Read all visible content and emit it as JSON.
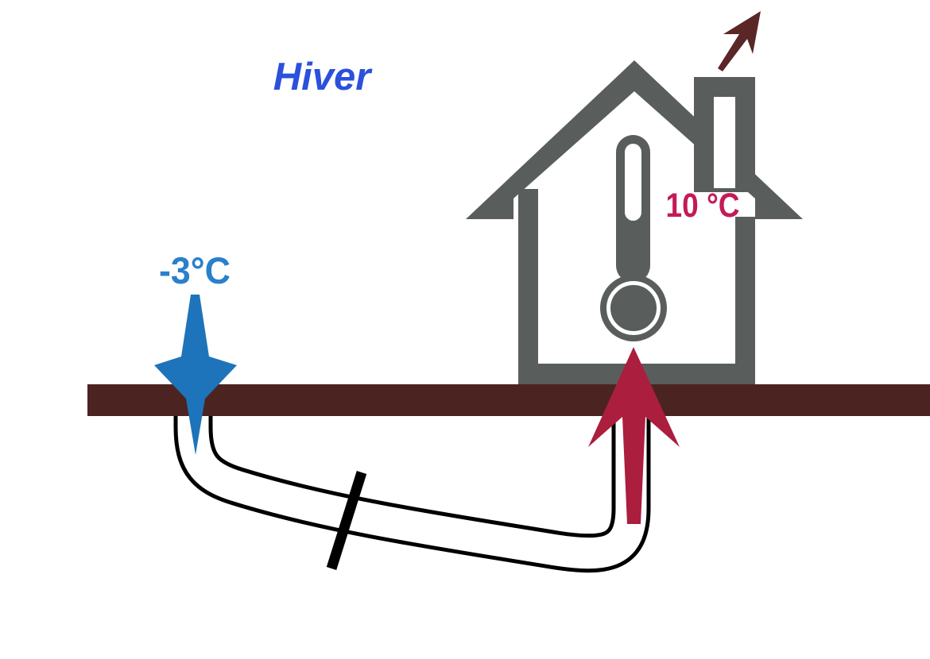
{
  "diagram": {
    "season_label": "Hiver",
    "outdoor_temperature": "-3°C",
    "indoor_temperature": "10 °C"
  },
  "icons": {
    "house": "house-outline-icon",
    "thermometer": "thermometer-icon",
    "cold_arrow": "cold-inlet-down-arrow-icon",
    "warm_arrow": "heat-supply-up-arrow-icon",
    "smoke_arrow": "chimney-exhaust-arrow-icon",
    "pipe": "ground-loop-pipe",
    "pipe_break": "pipe-break-slash"
  },
  "colors": {
    "background": "#ffffff",
    "house_gray": "#595d5c",
    "ground_bar": "#4b2422",
    "warm_red": "#ab1e3d",
    "indoor_temp_text": "#c41a58",
    "cold_blue": "#1d74ba",
    "outdoor_temp_text": "#2a80ca",
    "season_text": "#2b50dc",
    "smoke_maroon": "#5a2626",
    "pipe_black": "#000000",
    "white": "#ffffff"
  }
}
